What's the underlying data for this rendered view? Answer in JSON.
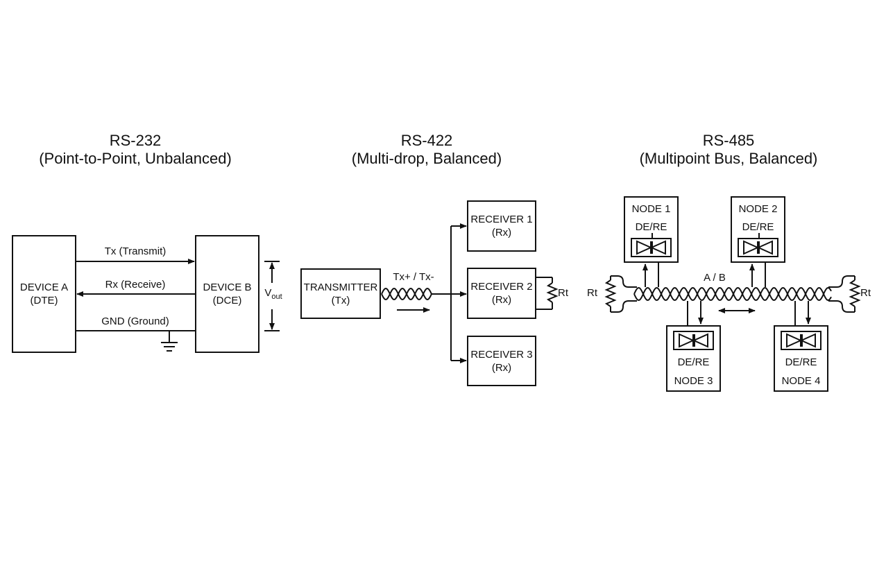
{
  "rs232": {
    "title": "RS-232",
    "subtitle": "(Point-to-Point, Unbalanced)",
    "device_a": {
      "line1": "DEVICE A",
      "line2": "(DTE)"
    },
    "device_b": {
      "line1": "DEVICE B",
      "line2": "(DCE)"
    },
    "tx_label": "Tx (Transmit)",
    "rx_label": "Rx (Receive)",
    "gnd_label": "GND (Ground)",
    "vout_main": "V",
    "vout_sub": "out"
  },
  "rs422": {
    "title": "RS-422",
    "subtitle": "(Multi-drop, Balanced)",
    "transmitter": {
      "line1": "TRANSMITTER",
      "line2": "(Tx)"
    },
    "pair_label": "Tx+ / Tx-",
    "receivers": [
      {
        "line1": "RECEIVER 1",
        "line2": "(Rx)"
      },
      {
        "line1": "RECEIVER 2",
        "line2": "(Rx)"
      },
      {
        "line1": "RECEIVER 3",
        "line2": "(Rx)"
      }
    ],
    "term_label": "Rt"
  },
  "rs485": {
    "title": "RS-485",
    "subtitle": "(Multipoint Bus, Balanced)",
    "bus_label": "A / B",
    "term_left": "Rt",
    "term_right": "Rt",
    "nodes": [
      {
        "name": "NODE 1",
        "ctrl": "DE/RE"
      },
      {
        "name": "NODE 2",
        "ctrl": "DE/RE"
      },
      {
        "name": "NODE 3",
        "ctrl": "DE/RE"
      },
      {
        "name": "NODE 4",
        "ctrl": "DE/RE"
      }
    ]
  }
}
